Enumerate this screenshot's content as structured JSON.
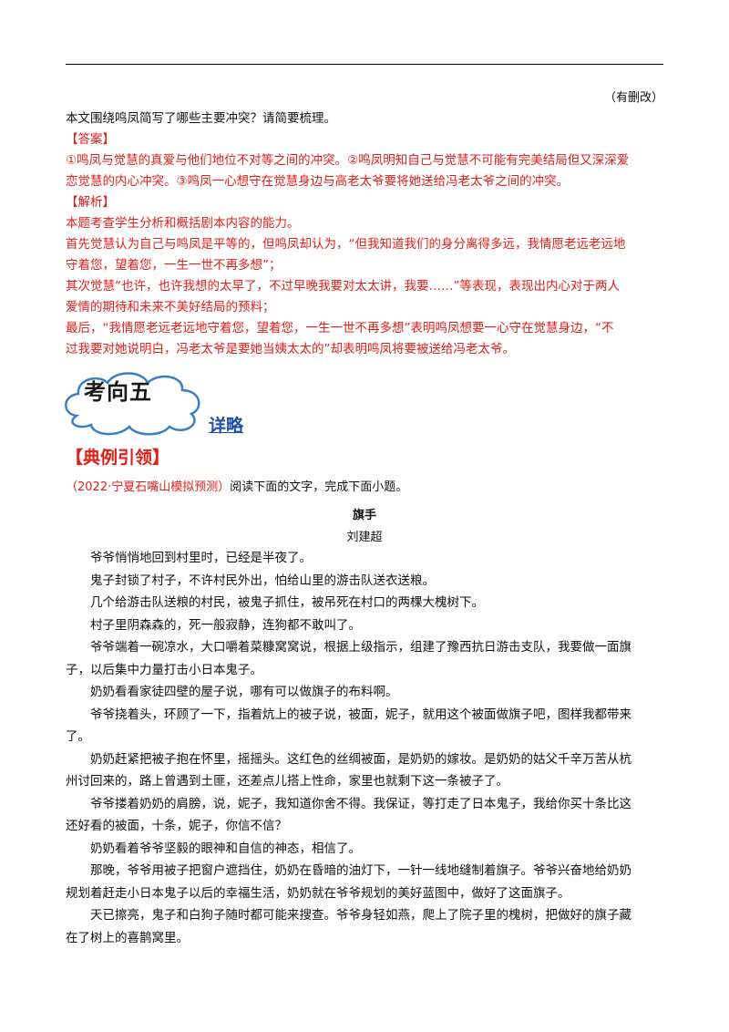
{
  "header": {
    "note": "（有删改）"
  },
  "question": "本文围绕鸣凤简写了哪些主要冲突？请简要梳理。",
  "answer": {
    "label": "【答案】",
    "lines": [
      "①鸣凤与觉慧的真爱与他们地位不对等之间的冲突。②鸣凤明知自己与觉慧不可能有完美结局但又深深爱",
      "恋觉慧的内心冲突。③鸣凤一心想守在觉慧身边与高老太爷要将她送给冯老太爷之间的冲突。"
    ]
  },
  "analysis": {
    "label": "【解析】",
    "lines": [
      "本题考查学生分析和概括剧本内容的能力。",
      "首先觉慧认为自己与鸣凤是平等的，但鸣凤却认为，“但我知道我们的身分离得多远，我情愿老远老远地",
      "守着您，望着您，一生一世不再多想”；",
      "其次觉慧“也许，也许我想的太早了，不过早晚我要对太太讲，我要……”等表现，表现出内心对于两人",
      "爱情的期待和未来不美好结局的预料；",
      "最后，“我情愿老远老远地守着您，望着您，一生一世不再多想”表明鸣凤想要一心守在觉慧身边，“不",
      "过我要对她说明白，冯老太爷是要她当姨太太的”却表明鸣凤将要被送给冯老太爷。"
    ]
  },
  "section": {
    "badge": "考向五",
    "link": "详略",
    "heading": "【典例引领】",
    "source": "（2022·宁夏石嘴山模拟预测）",
    "instruction": "阅读下面的文字，完成下面小题。"
  },
  "story": {
    "title": "旗手",
    "author": "刘建超",
    "lines": [
      "　　爷爷悄悄地回到村里时，已经是半夜了。",
      "　　鬼子封锁了村子，不许村民外出，怕给山里的游击队送衣送粮。",
      "　　几个给游击队送粮的村民，被鬼子抓住，被吊死在村口的两棵大槐树下。",
      "　　村子里阴森森的，死一般寂静，连狗都不敢叫了。",
      "　　爷爷端着一碗凉水，大口嚼着菜糠窝窝说，根据上级指示，组建了豫西抗日游击支队，我要做一面旗",
      "子，以后集中力量打击小日本鬼子。",
      "　　奶奶看看家徒四壁的屋子说，哪有可以做旗子的布料啊。",
      "　　爷爷挠着头，环顾了一下，指着炕上的被子说，被面，妮子，就用这个被面做旗子吧，图样我都带来",
      "了。",
      "　　奶奶赶紧把被子抱在怀里，摇摇头。这红色的丝绸被面，是奶奶的嫁妆。是奶奶的姑父千辛万苦从杭",
      "州讨回来的，路上曾遇到土匪，还差点儿搭上性命，家里也就剩下这一条被子了。",
      "　　爷爷搂着奶奶的肩膀，说，妮子，我知道你舍不得。我保证，等打走了日本鬼子，我给你买十条比这",
      "还好看的被面，十条，妮子，你信不信？",
      "　　奶奶看着爷爷坚毅的眼神和自信的神态，相信了。",
      "　　那晚，爷爷用被子把窗户遮挡住，奶奶在昏暗的油灯下，一针一线地缝制着旗子。爷爷兴奋地给奶奶",
      "规划着赶走小日本鬼子以后的幸福生活，奶奶就在爷爷规划的美好蓝图中，做好了这面旗子。",
      "　　天已擦亮，鬼子和白狗子随时都可能来搜查。爷爷身轻如燕，爬上了院子里的槐树，把做好的旗子藏",
      "在了树上的喜鹊窝里。"
    ]
  }
}
